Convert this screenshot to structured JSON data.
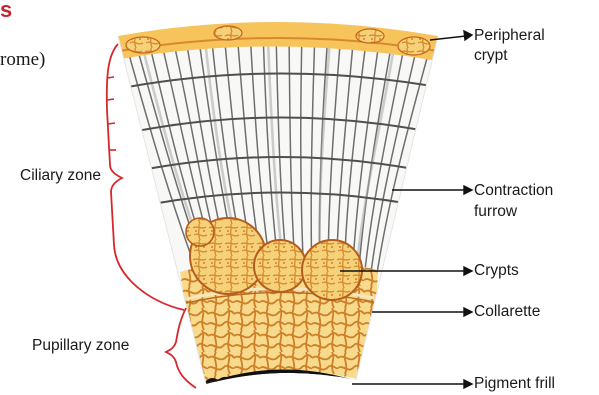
{
  "fragments": {
    "heading_fragment": "s",
    "text_fragment": "rome)"
  },
  "labels": {
    "peripheral_line1": "Peripheral",
    "peripheral_line2": "crypt",
    "contraction_line1": "Contraction",
    "contraction_line2": "furrow",
    "crypts": "Crypts",
    "collarette": "Collarette",
    "pigment_frill": "Pigment frill",
    "ciliary_zone": "Ciliary zone",
    "pupillary_zone": "Pupillary zone"
  },
  "colors": {
    "stroma_yellow": "#f5d27a",
    "crypt_orange": "#d9892c",
    "bracket_red": "#d8262c",
    "pigment_black": "#111111",
    "fiber_gray": "#6e6e6e",
    "heading_red": "#c0272d"
  }
}
